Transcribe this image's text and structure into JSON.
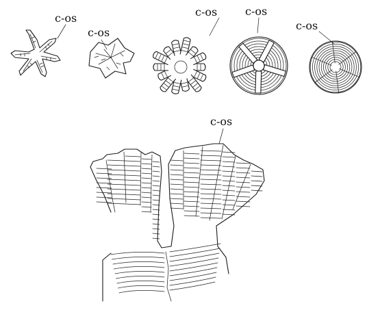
{
  "labels": {
    "fig1": "c-os",
    "fig2": "c-os",
    "fig3": "c-os",
    "fig4": "c-os",
    "fig5": "c-os",
    "fig6": "c-os"
  },
  "colors": {
    "ink": "#1a1a1a",
    "background": "#ffffff"
  }
}
